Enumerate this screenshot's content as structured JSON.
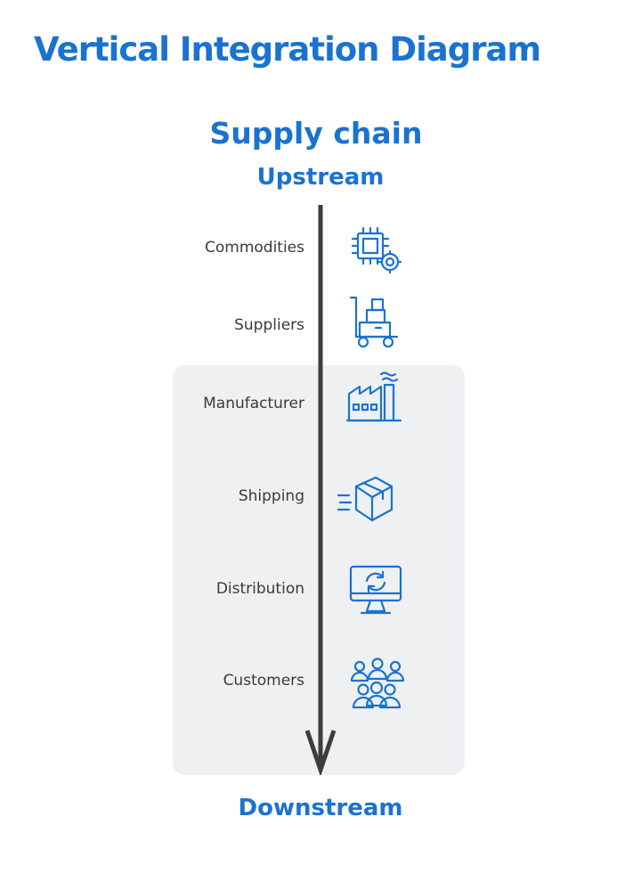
{
  "title": "Vertical Integration Diagram",
  "supply_chain_label": "Supply chain",
  "upstream_label": "Upstream",
  "downstream_label": "Downstream",
  "accent_color": "#1a73d0",
  "stages": [
    {
      "label": "Commodities",
      "icon": "chip-icon",
      "in_panel": false
    },
    {
      "label": "Suppliers",
      "icon": "hand-truck-icon",
      "in_panel": false
    },
    {
      "label": "Manufacturer",
      "icon": "factory-icon",
      "in_panel": true
    },
    {
      "label": "Shipping",
      "icon": "shipping-box-icon",
      "in_panel": true
    },
    {
      "label": "Distribution",
      "icon": "monitor-sync-icon",
      "in_panel": true
    },
    {
      "label": "Customers",
      "icon": "people-group-icon",
      "in_panel": true
    }
  ]
}
